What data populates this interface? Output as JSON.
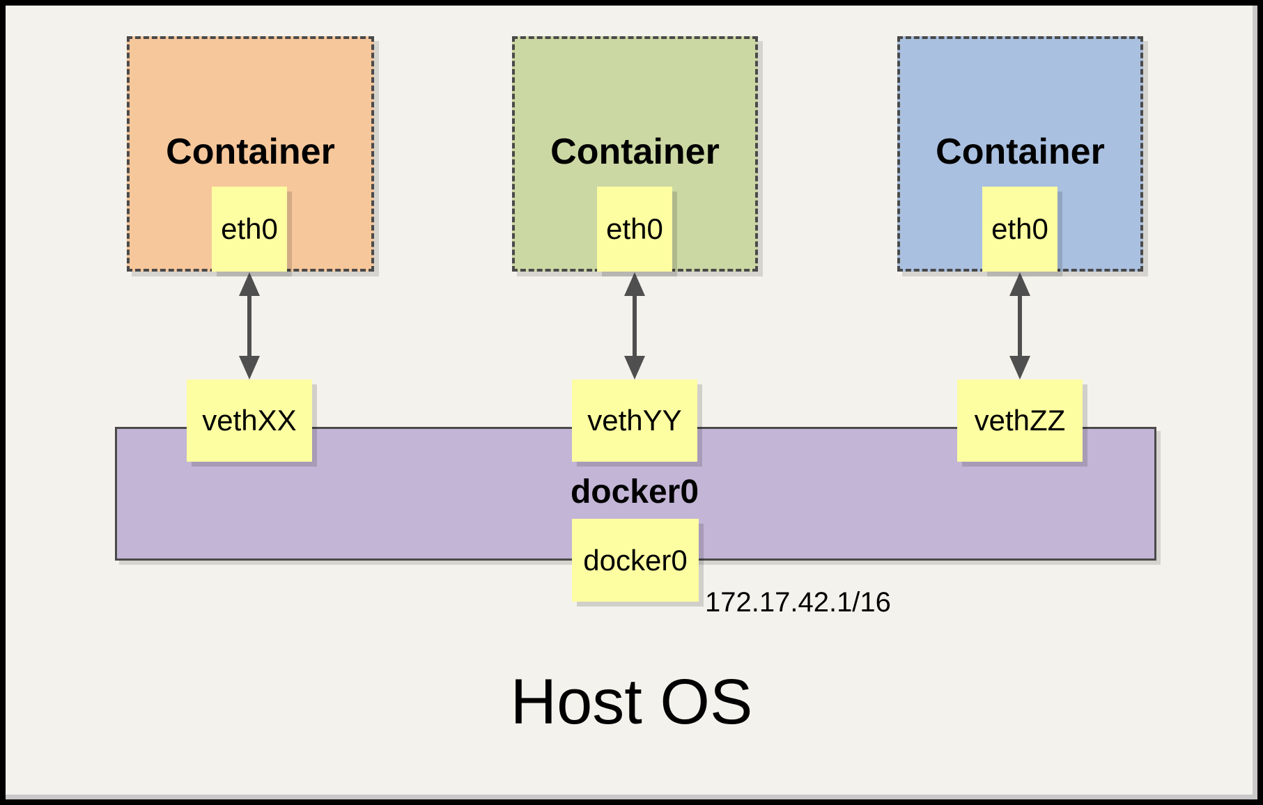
{
  "colors": {
    "background": "#f4f2ec",
    "frame": "#000000",
    "container_orange": "#f6c79b",
    "container_green": "#cbd8a3",
    "container_blue": "#aac0e0",
    "interface_box_yellow": "#fdfda1",
    "bridge_purple": "#c3b5d6",
    "line_gray": "#4a4a4a"
  },
  "containers": [
    {
      "title": "Container",
      "interface": "eth0",
      "veth": "vethXX",
      "fill": "#f6c79b"
    },
    {
      "title": "Container",
      "interface": "eth0",
      "veth": "vethYY",
      "fill": "#cbd8a3"
    },
    {
      "title": "Container",
      "interface": "eth0",
      "veth": "vethZZ",
      "fill": "#aac0e0"
    }
  ],
  "bridge": {
    "name": "docker0",
    "interface": "docker0",
    "ip": "172.17.42.1/16",
    "fill": "#c3b5d6"
  },
  "host": {
    "name": "Host OS"
  }
}
